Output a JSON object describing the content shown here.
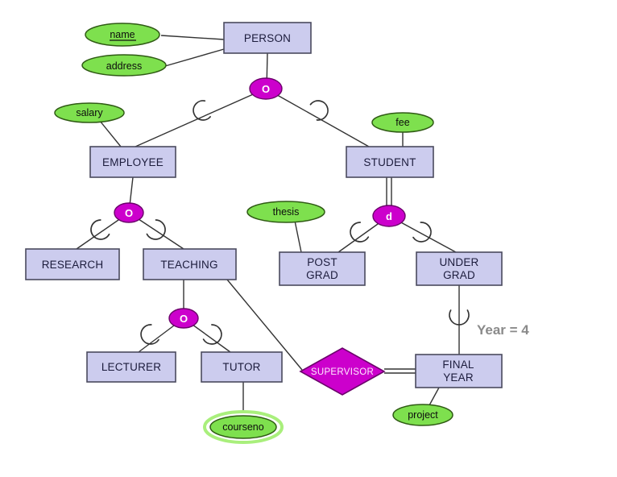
{
  "colors": {
    "background": "#ffffff",
    "line": "#333333",
    "entity_fill": "#ccccee",
    "entity_border": "#4a4a5e",
    "entity_text": "#1c1c3c",
    "attribute_fill": "#7ee04e",
    "attribute_border": "#2f5a14",
    "attribute_halo": "#a9ef7c",
    "circle_fill": "#cc00cc",
    "circle_border": "#6b006b",
    "circle_text": "#ffffff",
    "annotation": "#8a8a8a"
  },
  "entities": {
    "person": {
      "label": "PERSON"
    },
    "employee": {
      "label": "EMPLOYEE"
    },
    "student": {
      "label": "STUDENT"
    },
    "research": {
      "label": "RESEARCH"
    },
    "teaching": {
      "label": "TEACHING"
    },
    "postgrad": {
      "line1": "POST",
      "line2": "GRAD"
    },
    "undergrad": {
      "line1": "UNDER",
      "line2": "GRAD"
    },
    "lecturer": {
      "label": "LECTURER"
    },
    "tutor": {
      "label": "TUTOR"
    },
    "finalyear": {
      "line1": "FINAL",
      "line2": "YEAR"
    }
  },
  "attributes": {
    "name": {
      "label": "name"
    },
    "address": {
      "label": "address"
    },
    "salary": {
      "label": "salary"
    },
    "fee": {
      "label": "fee"
    },
    "thesis": {
      "label": "thesis"
    },
    "courseno": {
      "label": "courseno"
    },
    "project": {
      "label": "project"
    }
  },
  "specialization_circles": {
    "person_children": "O",
    "employee_children": "O",
    "student_children": "d",
    "teaching_children": "O"
  },
  "relationships": {
    "supervisor": {
      "label": "SUPERVISOR"
    }
  },
  "annotations": {
    "year_constraint": "Year = 4"
  }
}
